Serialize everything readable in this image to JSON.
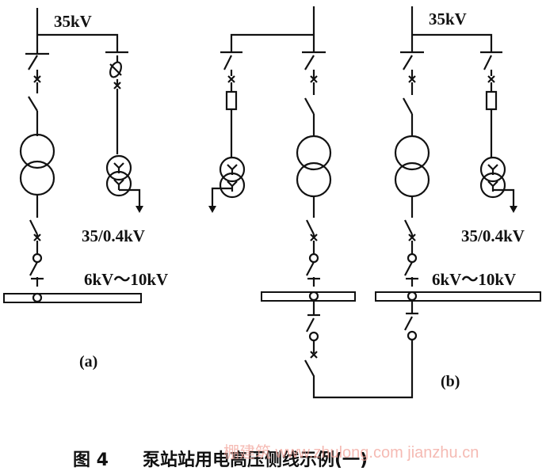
{
  "diagram": {
    "a": {
      "voltage_hv": "35kV",
      "aux_ratio": "35/0.4kV",
      "bus_voltage": "6kV～10kV",
      "sublabel": "(a)"
    },
    "b": {
      "voltage_hv": "35kV",
      "aux_ratio": "35/0.4kV",
      "bus_voltage": "6kV～10kV",
      "sublabel": "(b)"
    },
    "caption": {
      "figure_no": "图 4",
      "title": "泵站站用电高压侧线示例(一)"
    },
    "watermark": "棚建筑 www.zhulong.com  jianzhu.cn"
  },
  "colors": {
    "line": "#111111",
    "watermark": "#f2a39a"
  }
}
